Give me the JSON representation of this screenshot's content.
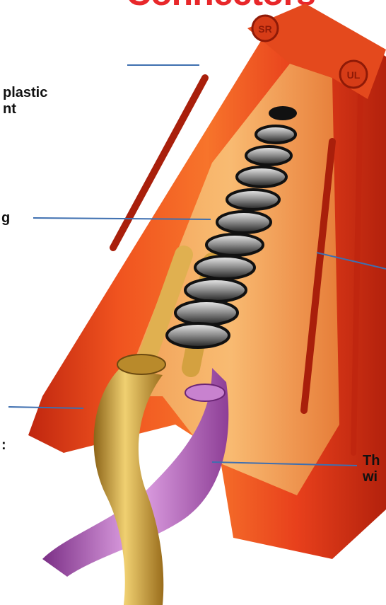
{
  "title": "Connectors",
  "labels": {
    "plastic_line1": "plastic",
    "plastic_line2": "nt",
    "spring": "g",
    "insulation_left": ":",
    "right_line1": "Th",
    "right_line2": "wi"
  },
  "marks": {
    "logo_left": "SR",
    "logo_right": "UL"
  },
  "colors": {
    "title": "#e8272a",
    "shell": "#e8401c",
    "shell_dark": "#b6230e",
    "leader": "#3e6fb0",
    "wire_gold": "#d7a83a",
    "wire_purple": "#b96bbf"
  }
}
